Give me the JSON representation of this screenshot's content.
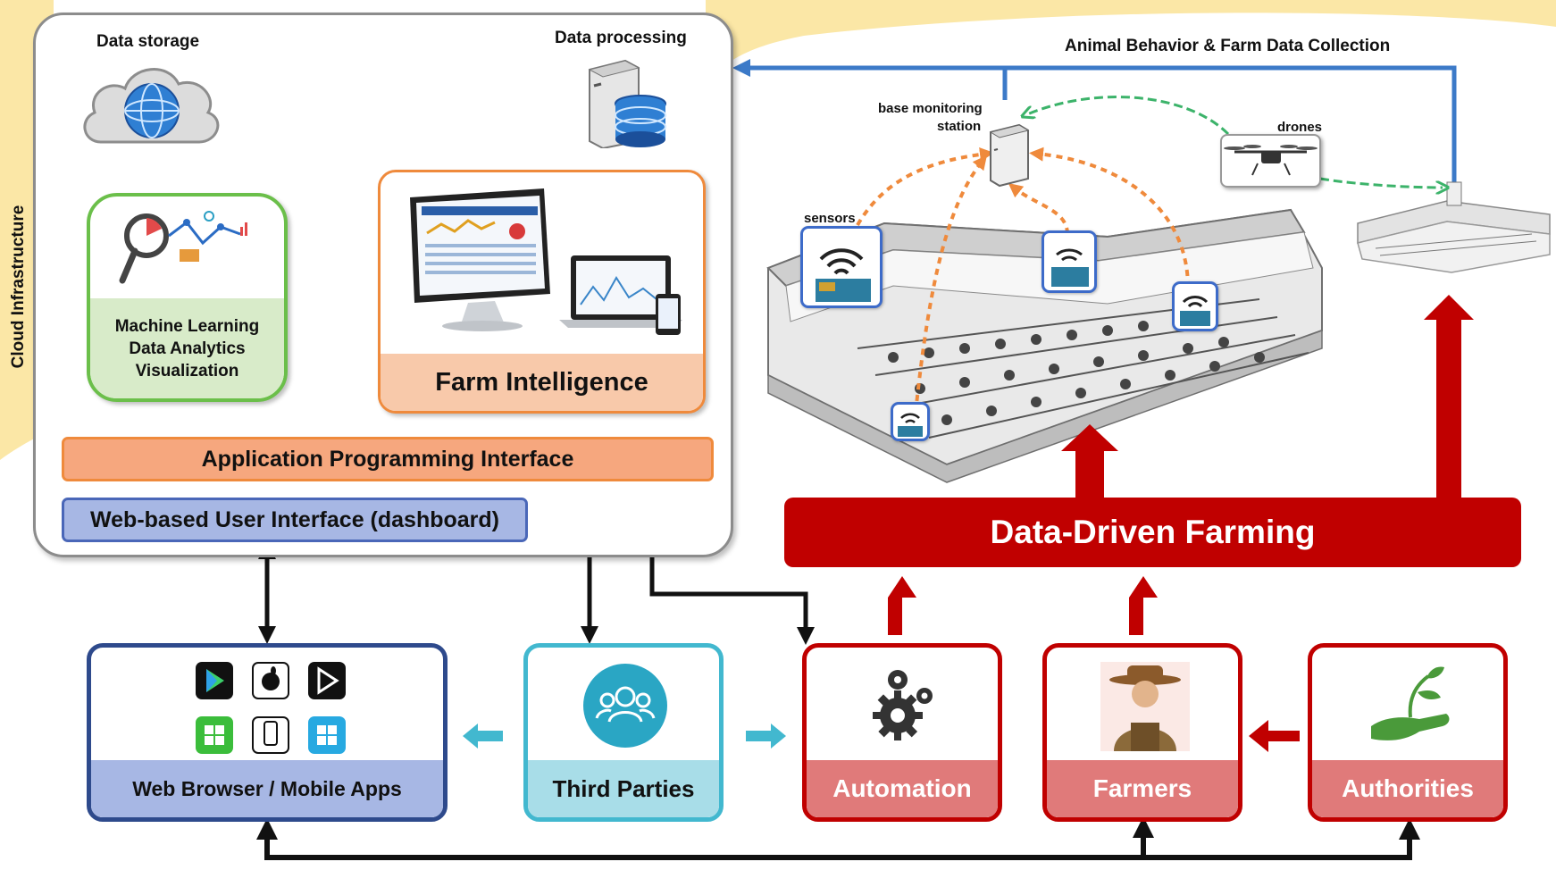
{
  "side_label": "Cloud Infrastructure",
  "cloud": {
    "data_storage": "Data storage",
    "data_processing": "Data processing",
    "ml_lines": [
      "Machine Learning",
      "Data Analytics",
      "Visualization"
    ],
    "farm_intelligence": "Farm Intelligence",
    "api": "Application Programming Interface",
    "web_ui": "Web-based User Interface (dashboard)"
  },
  "field": {
    "collection_title": "Animal Behavior & Farm Data Collection",
    "base_station_line1": "base monitoring",
    "base_station_line2": "station",
    "drones": "drones",
    "sensors": "sensors"
  },
  "data_driven_farming": "Data-Driven Farming",
  "cards": {
    "web_mobile": "Web Browser / Mobile Apps",
    "third_parties": "Third Parties",
    "automation": "Automation",
    "farmers": "Farmers",
    "authorities": "Authorities"
  },
  "colors": {
    "cloud_yellow": "#fbe7a6",
    "arrow_blue": "#3c7ac8",
    "red": "#c00000",
    "orange": "#ef8a3c",
    "teal": "#42b8cf",
    "green": "#6bbf4a",
    "dash_green": "#3cb36a"
  }
}
